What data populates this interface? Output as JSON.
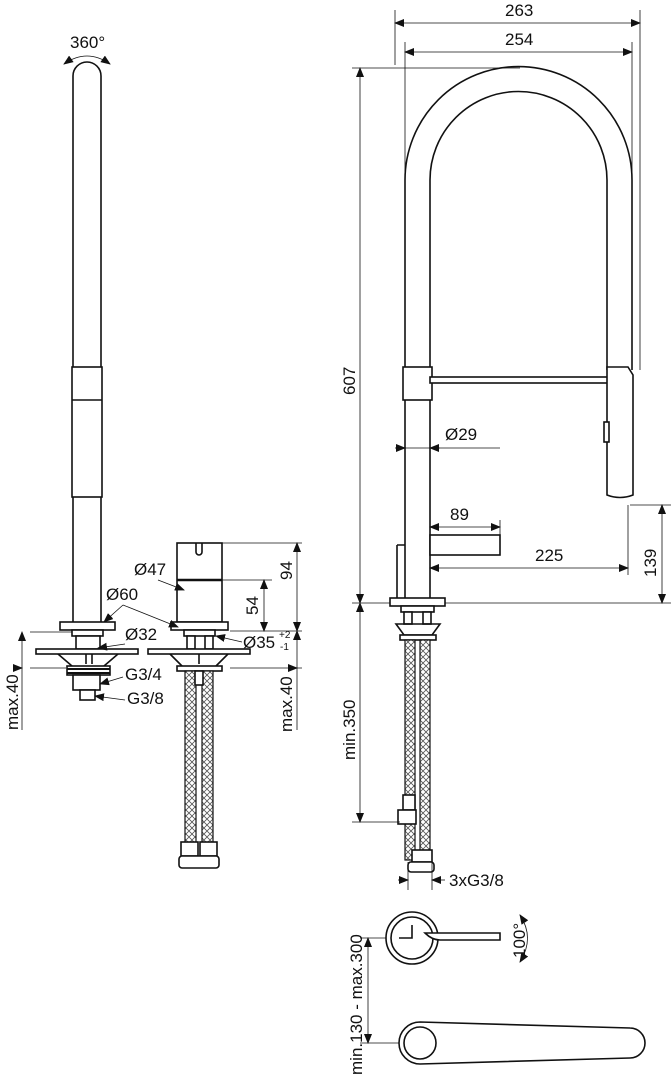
{
  "drawing": {
    "rotation_label": "360°",
    "side_view": {
      "dims": {
        "d60": "Ø60",
        "d47": "Ø47",
        "d32": "Ø32",
        "d35": "Ø35",
        "d35_tol_plus": "+2",
        "d35_tol_minus": "-1",
        "h54": "54",
        "h94": "94",
        "g34": "G3/4",
        "g38": "G3/8",
        "max40_left": "max.40",
        "max40_right": "max.40"
      }
    },
    "front_view": {
      "dims": {
        "w263": "263",
        "w254": "254",
        "h607": "607",
        "d29": "Ø29",
        "l89": "89",
        "l225": "225",
        "h139": "139",
        "min350": "min.350",
        "hoses": "3xG3/8"
      }
    },
    "top_view": {
      "dims": {
        "angle": "100°",
        "range": "min.130 - max.300"
      }
    }
  }
}
